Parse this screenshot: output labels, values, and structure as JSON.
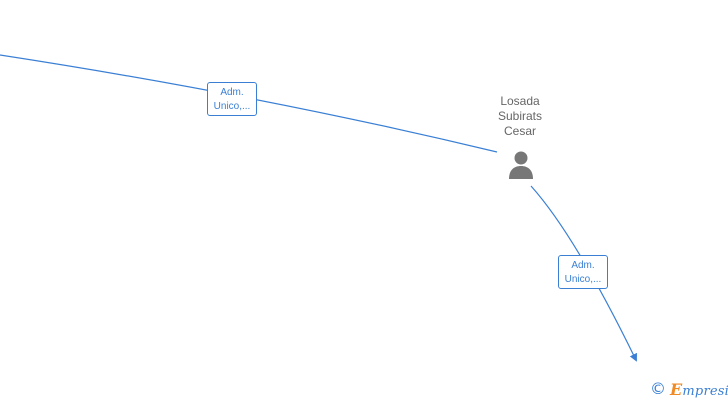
{
  "person": {
    "name_line1": "Losada",
    "name_line2": "Subirats",
    "name_line3": "Cesar",
    "icon": "person-icon"
  },
  "edges": [
    {
      "label_line1": "Adm.",
      "label_line2": "Unico,..."
    },
    {
      "label_line1": "Adm.",
      "label_line2": "Unico,..."
    }
  ],
  "brand": {
    "copyright_symbol": "©",
    "logo_first_letter": "E",
    "logo_rest": "mpresia"
  },
  "colors": {
    "edge": "#3a7fd4",
    "person_icon": "#777777",
    "text": "#666666",
    "logo_accent": "#f08a24"
  }
}
